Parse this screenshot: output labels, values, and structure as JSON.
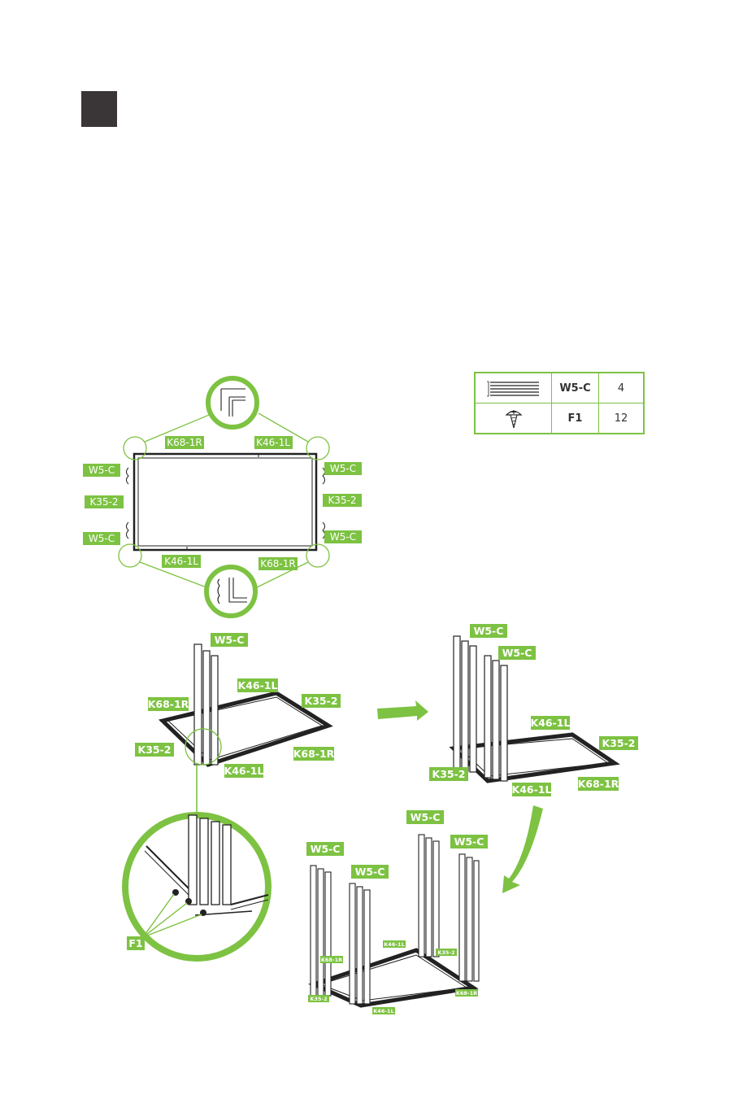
{
  "parts": [
    {
      "icon": "panel-icon",
      "code": "W5-C",
      "qty": "4"
    },
    {
      "icon": "screw-icon",
      "code": "F1",
      "qty": "12"
    }
  ],
  "labels": {
    "w5c": "W5-C",
    "k35": "K35-2",
    "k68": "K68-1R",
    "k46": "K46-1L",
    "f1": "F1"
  },
  "colors": {
    "accent": "#7dc242",
    "dark": "#3a3536"
  }
}
